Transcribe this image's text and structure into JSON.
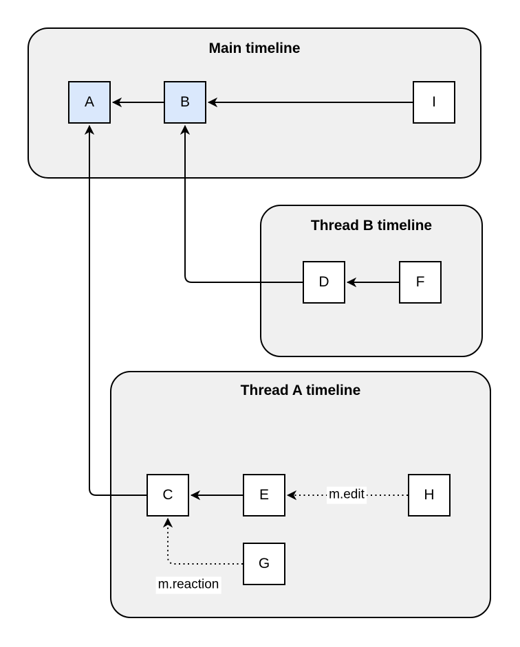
{
  "diagram": {
    "containers": {
      "main": {
        "title": "Main timeline"
      },
      "thread_b": {
        "title": "Thread B timeline"
      },
      "thread_a": {
        "title": "Thread A timeline"
      }
    },
    "nodes": {
      "a": {
        "label": "A"
      },
      "b": {
        "label": "B"
      },
      "c": {
        "label": "C"
      },
      "d": {
        "label": "D"
      },
      "e": {
        "label": "E"
      },
      "f": {
        "label": "F"
      },
      "g": {
        "label": "G"
      },
      "h": {
        "label": "H"
      },
      "i": {
        "label": "I"
      }
    },
    "edge_labels": {
      "edit": {
        "text": "m.edit"
      },
      "reaction": {
        "text": "m.reaction"
      }
    },
    "colors": {
      "highlight_node_fill": "#dae8fc",
      "node_fill": "#ffffff",
      "container_fill": "#f0f0f0",
      "stroke": "#000000",
      "label_background": "#ffffff"
    }
  }
}
